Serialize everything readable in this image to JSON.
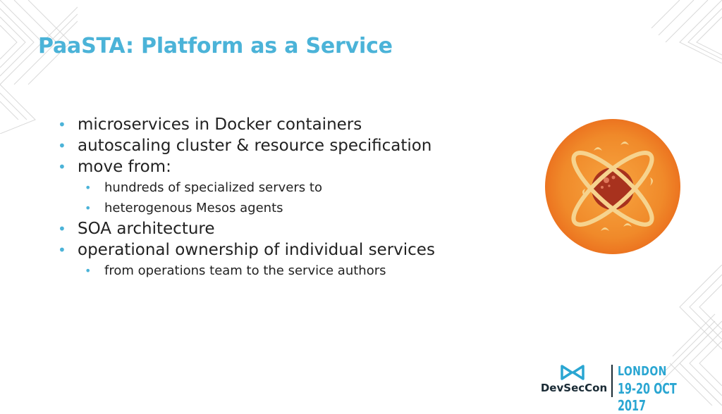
{
  "slide": {
    "title": "PaaSTA: Platform as a Service",
    "bullets": [
      {
        "level": 1,
        "text": "microservices in Docker containers"
      },
      {
        "level": 1,
        "text": "autoscaling cluster & resource specification"
      },
      {
        "level": 1,
        "text": "move from:"
      },
      {
        "level": 2,
        "text": "hundreds of specialized servers to"
      },
      {
        "level": 2,
        "text": "heterogenous Mesos agents"
      },
      {
        "level": 1,
        "text": "SOA architecture"
      },
      {
        "level": 1,
        "text": "operational ownership of individual services"
      },
      {
        "level": 2,
        "text": "from operations team to the service authors"
      }
    ]
  },
  "branding": {
    "name": "DevSecCon",
    "city": "LONDON",
    "dates": "19-20 OCT 2017"
  },
  "colors": {
    "accent": "#4bb3d8",
    "logo_orange": "#f07a22",
    "logo_dark_red": "#a8321e",
    "brand_dark": "#1a2b35"
  },
  "icons": {
    "logo": "paasta-atom-logo",
    "brand": "devseccon-bowtie-icon"
  }
}
